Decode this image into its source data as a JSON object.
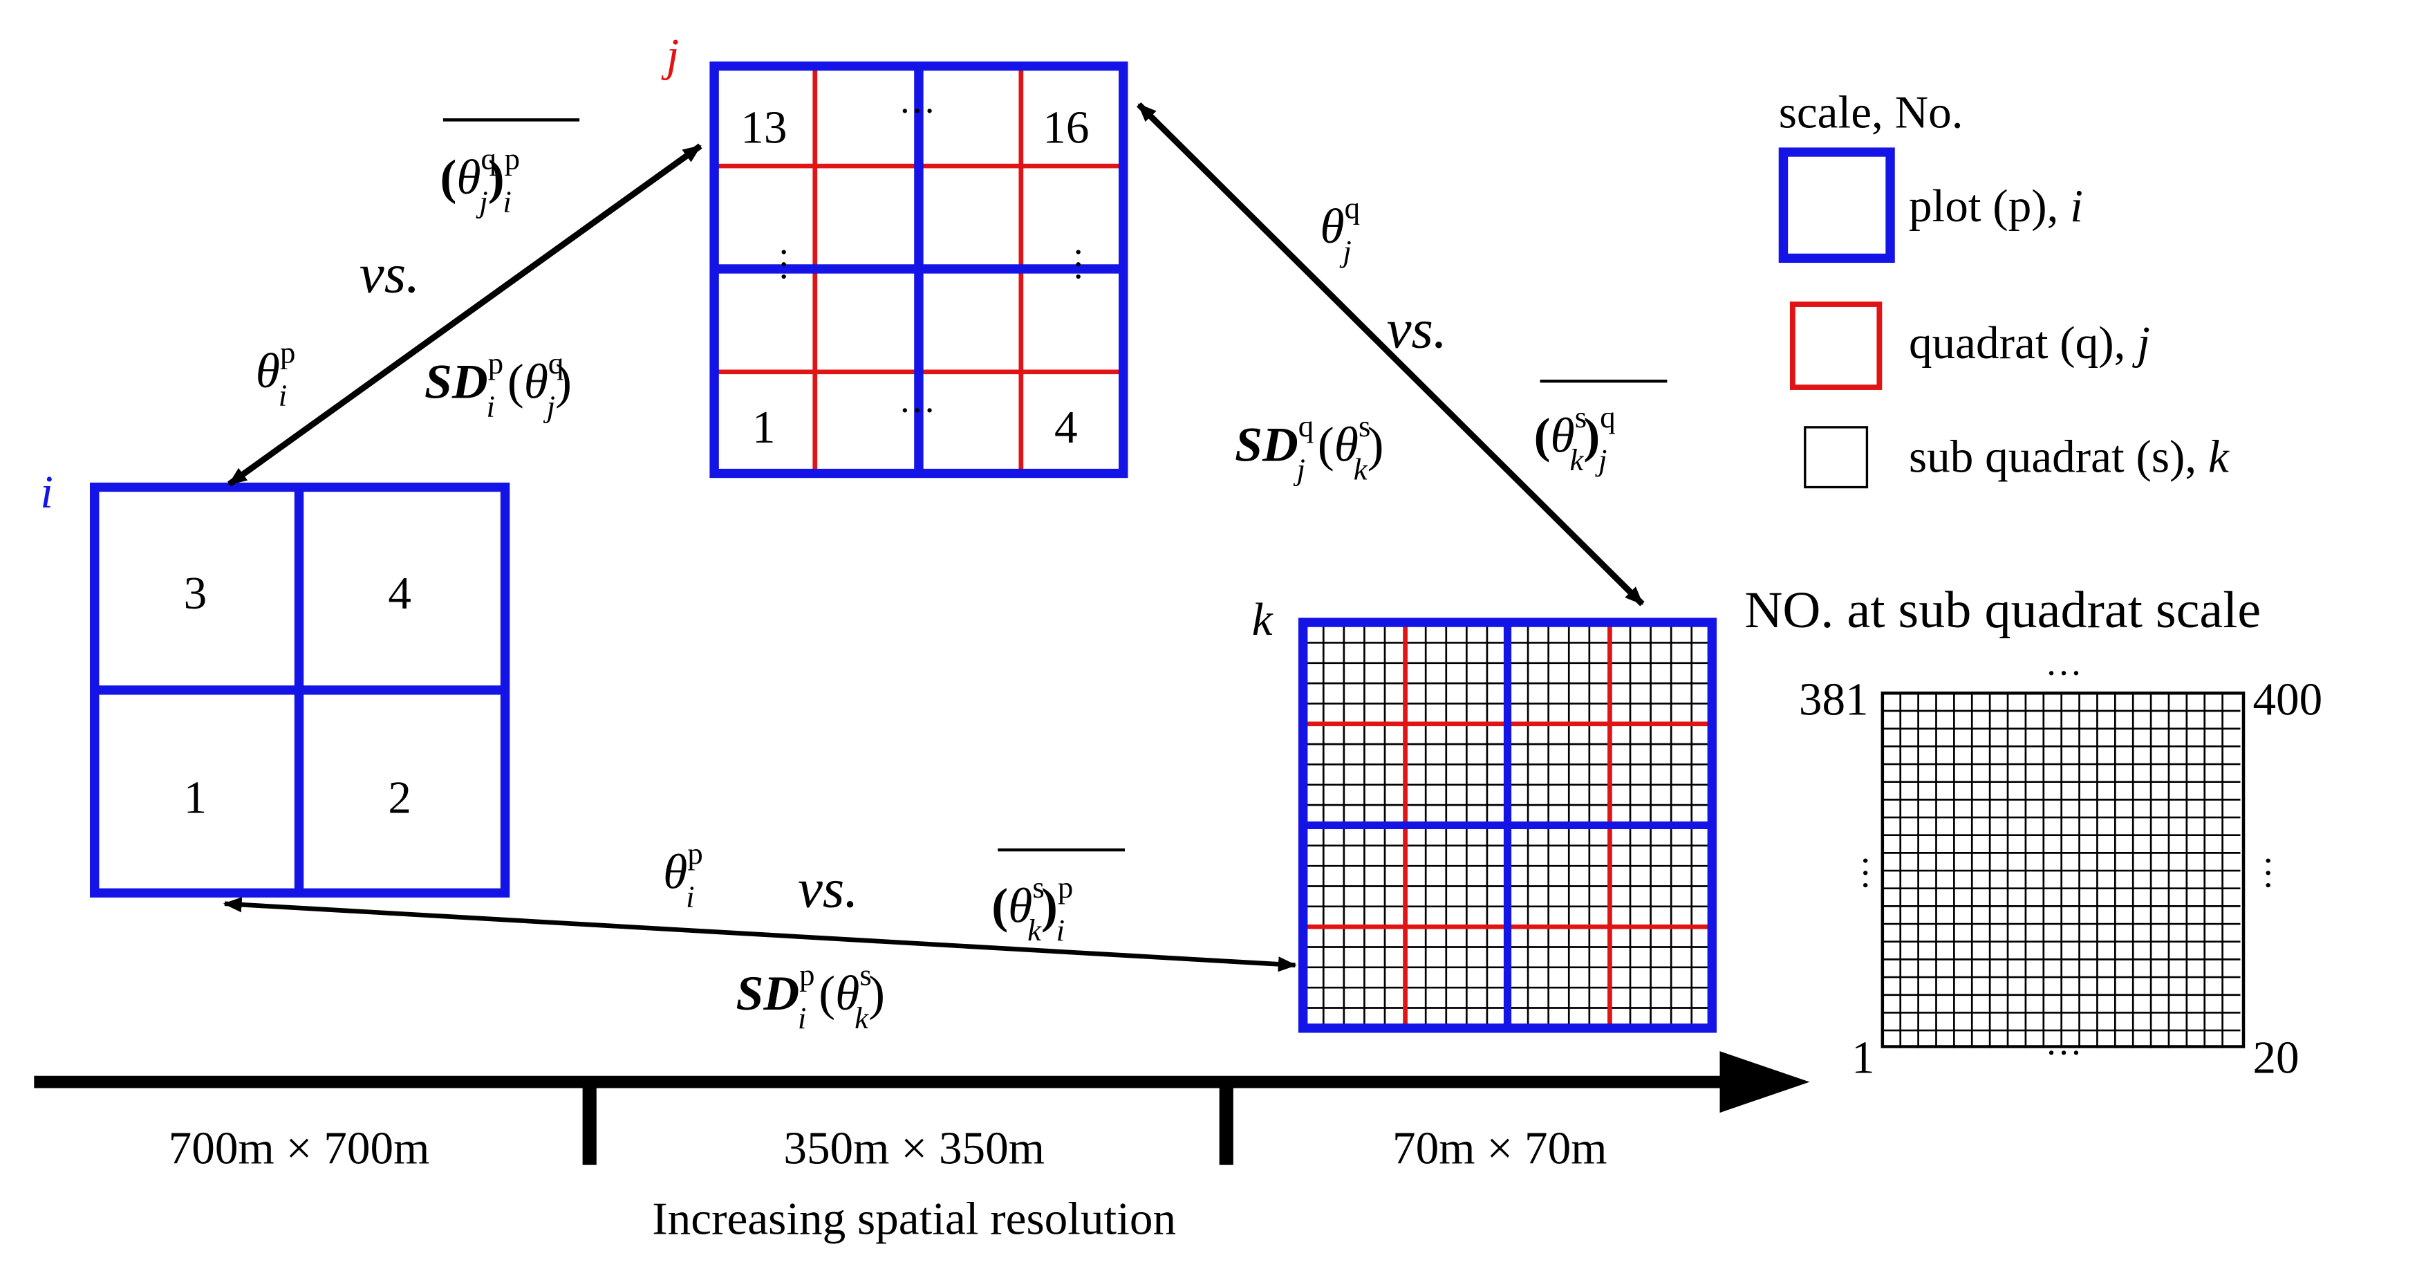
{
  "colors": {
    "plot": "#1414e6",
    "quadrat": "#e01414",
    "sub": "#000000",
    "axis": "#000000",
    "text": "#000000"
  },
  "scale_labels": {
    "plot": "i",
    "quadrat": "j",
    "sub": "k"
  },
  "plot_cells": [
    "3",
    "4",
    "1",
    "2"
  ],
  "quadrat_cells": {
    "top_left": "13",
    "top_right": "16",
    "bottom_left": "1",
    "bottom_right": "4"
  },
  "legend": {
    "title": "scale, No.",
    "plot": "plot (p), ",
    "plot_var": "i",
    "quadrat": "quadrat (q), ",
    "quadrat_var": "j",
    "sub": "sub quadrat (s), ",
    "sub_var": "k"
  },
  "numbering": {
    "title": "NO. at sub quadrat scale",
    "top_left": "381",
    "top_right": "400",
    "bottom_left": "1",
    "bottom_right": "20"
  },
  "axis": {
    "label_plot": "700m × 700m",
    "label_quadrat": "350m × 350m",
    "label_sub": "70m × 70m",
    "caption": "Increasing spatial resolution"
  },
  "relations": {
    "vs": "vs.",
    "sd": "SD",
    "theta": "θ",
    "sup_p": "p",
    "sup_q": "q",
    "sup_s": "s",
    "sub_i": "i",
    "sub_j": "j",
    "sub_k": "k",
    "open": "(",
    "close": ")",
    "ellipsis": "···"
  }
}
